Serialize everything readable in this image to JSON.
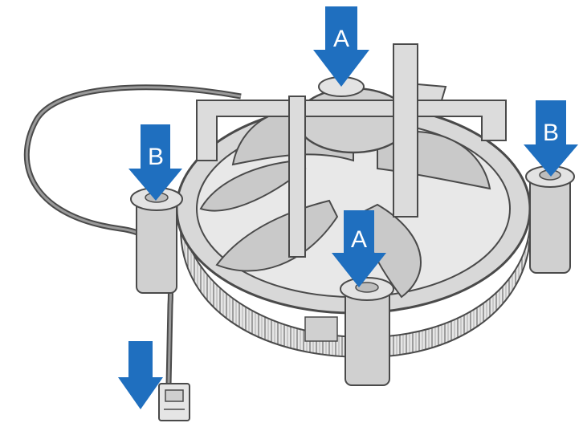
{
  "diagram": {
    "arrows": [
      {
        "id": "top-center",
        "label": "A"
      },
      {
        "id": "front-center",
        "label": "A"
      },
      {
        "id": "left",
        "label": "B"
      },
      {
        "id": "right",
        "label": "B"
      },
      {
        "id": "connector",
        "label": ""
      }
    ],
    "colors": {
      "arrow": "#1f6fbf",
      "line": "#4a4a4a",
      "fill": "#d8d8d8",
      "fill_dark": "#bdbdbd",
      "background": "#ffffff"
    },
    "icons": {
      "fan": "cpu-cooler-fan",
      "connector": "fan-power-connector"
    }
  }
}
